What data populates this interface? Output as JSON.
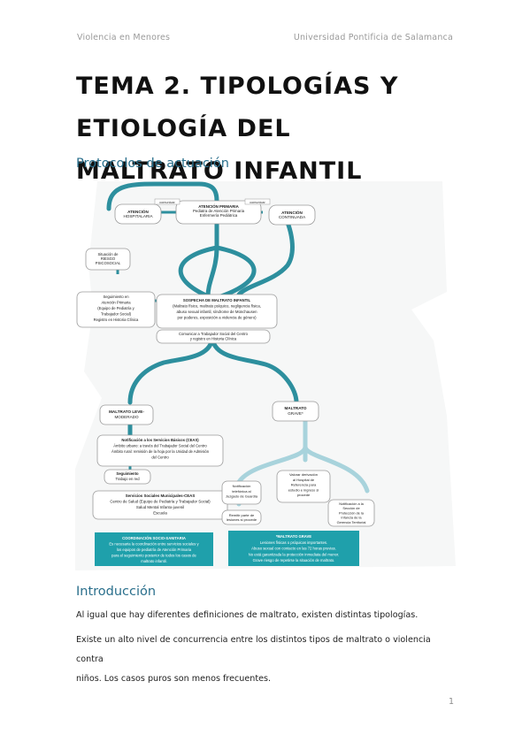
{
  "header": {
    "left": "Violencia en Menores",
    "right": "Universidad Pontificia de Salamanca"
  },
  "title_line1": "TEMA 2. TIPOLOGÍAS Y ETIOLOGÍA DEL",
  "title_line2": "MALTRATO INFANTIL",
  "section1": "Protocolos de actuación",
  "diagram": {
    "comunicar_left": "comunicar",
    "comunicar_right": "comunicar",
    "atencion_hospitalaria": [
      "ATENCIÓN",
      "HOSPITALARIA"
    ],
    "atencion_primaria": [
      "ATENCIÓN PRIMARIA",
      "Pediatra de Atención Primaria",
      "Enfermería Pediátrica"
    ],
    "atencion_continuada": [
      "ATENCIÓN",
      "CONTINUADA"
    ],
    "riesgo": [
      "Situación de",
      "RIESGO",
      "PSICOSOCIAL"
    ],
    "seguimiento_ap": [
      "Seguimiento en",
      "Atención Primaria",
      "(Equipo de Pediatría y",
      "Trabajador Social)",
      "Registro en Historia Clínica"
    ],
    "sospecha": [
      "SOSPECHA DE MALTRATO INFANTIL",
      "(Maltrato físico, maltrato psíquico, negligencia física,",
      "abuso sexual infantil, síndrome de Münchausen",
      "por poderes, exposición a violencia de género)"
    ],
    "comunicar_ts": [
      "Comunicar a Trabajador Social del Centro",
      "y registro en Historia Clínica"
    ],
    "leve": [
      "MALTRATO LEVE-",
      "MODERADO"
    ],
    "grave": [
      "MALTRATO",
      "GRAVE*"
    ],
    "notificacion_basicos": [
      "Notificación a los Servicios Básicos (CEAS)",
      "Ámbito urbano: a través del Trabajador Social del Centro",
      "Ámbito rural: remisión de la hoja por la Unidad de Admisión",
      "del Centro"
    ],
    "seguimiento": [
      "Seguimiento",
      "Trabajo en red"
    ],
    "servicios": [
      "Servicios Sociales Municipales-CEAS",
      "Centro de Salud (Equipo de Pediatría y Trabajador Social)",
      "Salud Mental Infanto-juvenil",
      "Escuela"
    ],
    "notif_juzgado": [
      "Notificación",
      "telefónica al",
      "Juzgado de Guardia"
    ],
    "valorar": [
      "Valorar derivación",
      "al Hospital de",
      "Referencia para",
      "estudio e ingreso si",
      "procede"
    ],
    "remitir": [
      "Remitir parte de",
      "lesiones si procede"
    ],
    "notif_seccion": [
      "Notificación a la",
      "Sección de",
      "Protección de la",
      "Infancia de la",
      "Gerencia Territorial"
    ],
    "coordinacion": [
      "COORDINACIÓN SOCIO-SANITARIA",
      "Es necesaria la coordinación entre servicios sociales y",
      "los equipos de pediatría de Atención Primaria",
      "para el seguimiento posterior de todos los casos de",
      "maltrato infantil."
    ],
    "grave_box": [
      "*MALTRATO GRAVE",
      "Lesiones físicas o psíquicas importantes.",
      "Abuso sexual con contacto en las 72 horas previas.",
      "No está garantizada la protección inmediata del menor.",
      "Grave riesgo de repetirse la situación de maltrato."
    ]
  },
  "section2": "Introducción",
  "para1": "Al igual que hay diferentes definiciones de maltrato, existen distintas tipologías.",
  "para2_line1": "Existe un alto nivel de concurrencia entre los distintos tipos de maltrato o violencia contra",
  "para2_line2": "niños. Los casos puros son menos frecuentes.",
  "page_number": "1",
  "colors": {
    "accent_teal": "#2a8c9c",
    "heading_blue": "#2a6f8c",
    "light_teal": "#a8d3dc"
  }
}
